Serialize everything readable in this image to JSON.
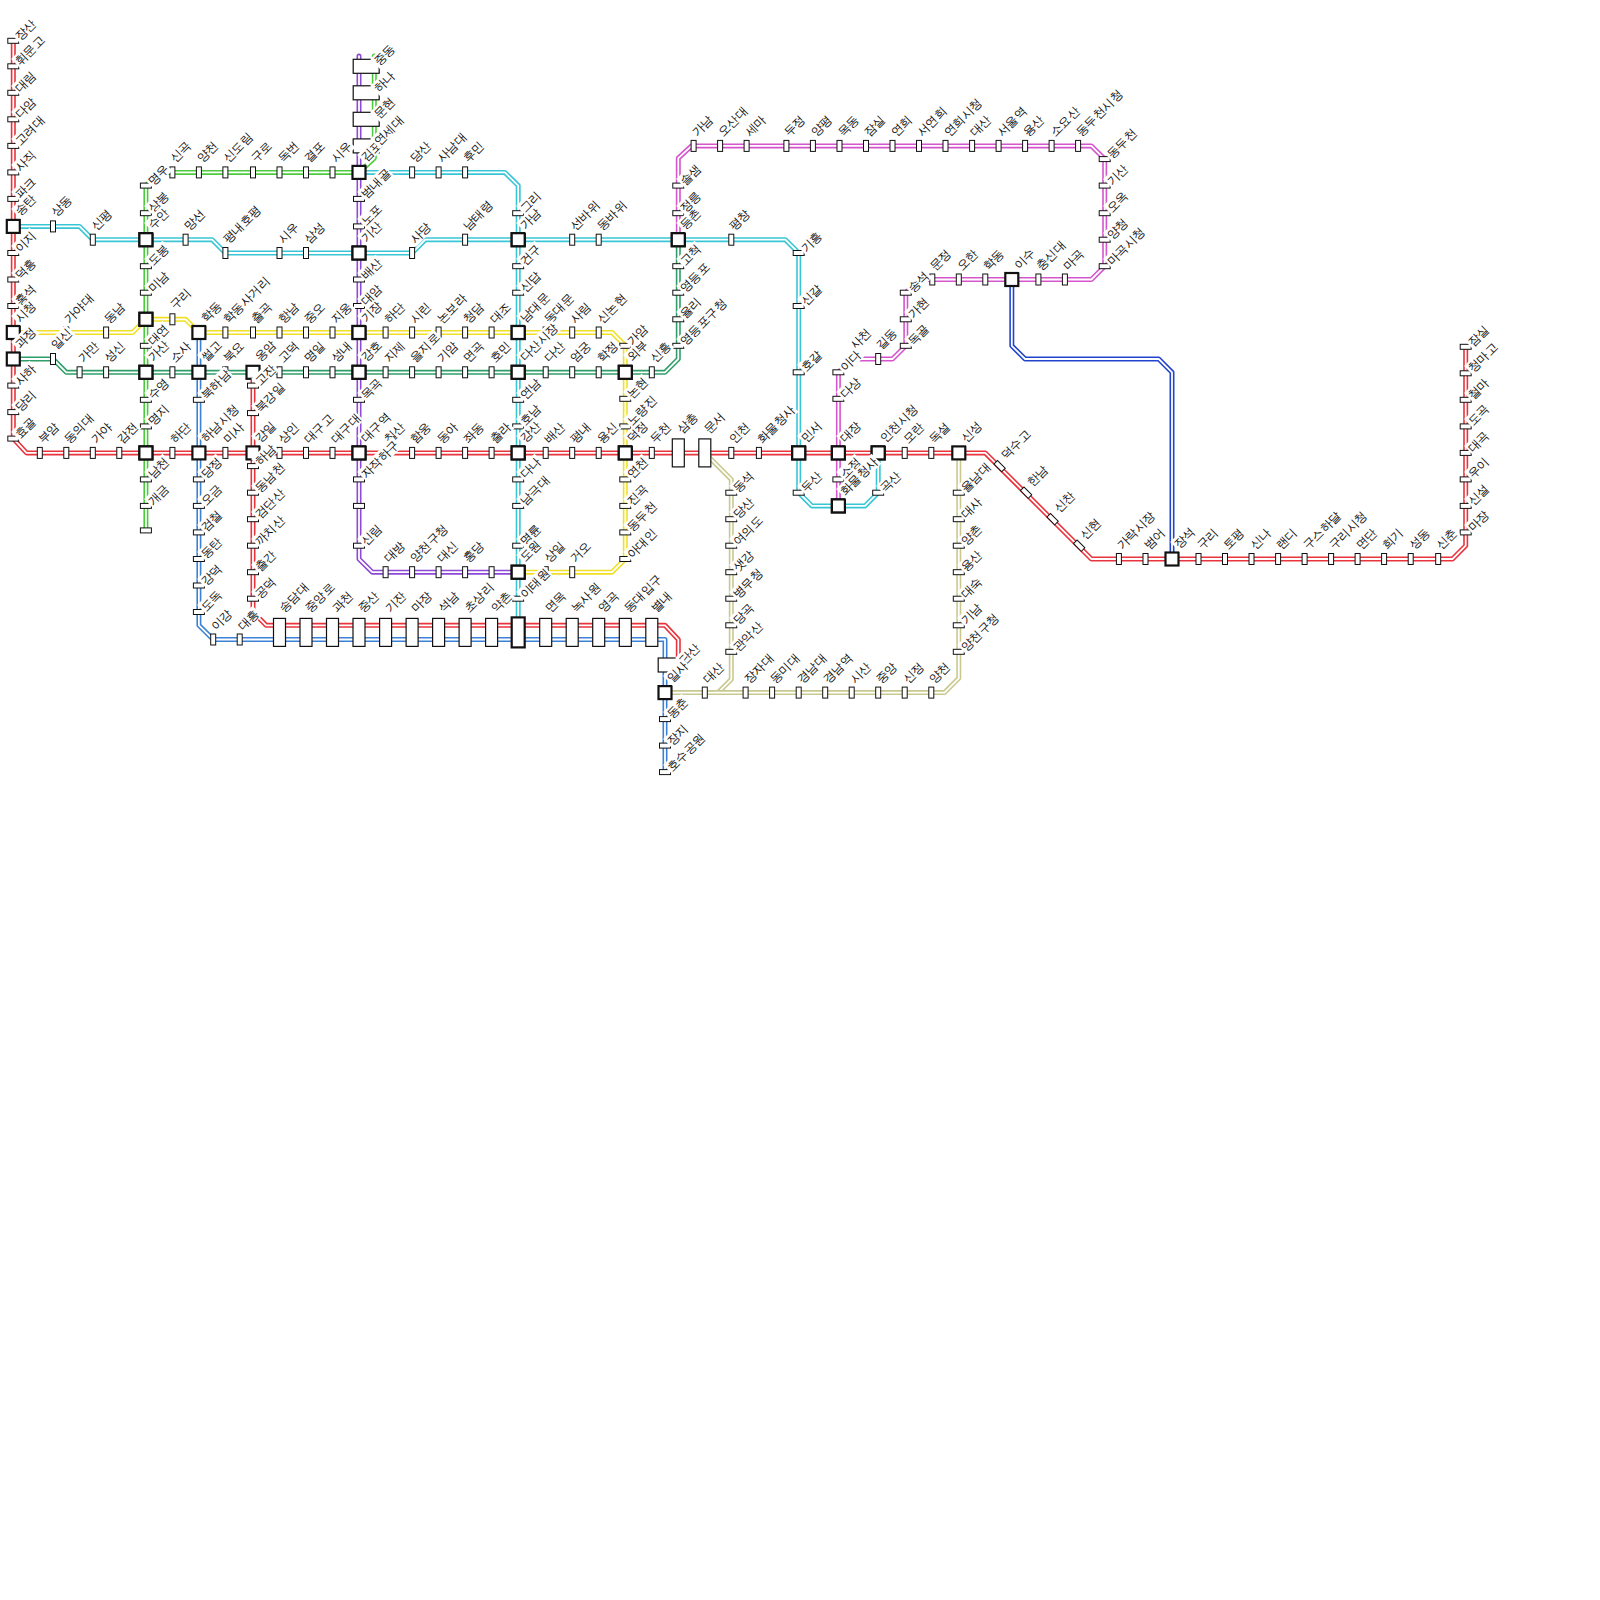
{
  "diagram": {
    "labels": [
      "장산",
      "휘문고",
      "대림",
      "다암",
      "고려대",
      "사직",
      "파크",
      "송탄",
      "이지",
      "덕흥",
      "홍석",
      "시청",
      "과정",
      "사하",
      "당리",
      "효골",
      "부암",
      "동의대",
      "가야",
      "감전",
      "하단",
      "하남시청",
      "미사",
      "강일",
      "상인",
      "대구고",
      "대구대",
      "대구역",
      "칠산",
      "함웅",
      "동아",
      "좌동",
      "출라",
      "강산",
      "배산",
      "평내",
      "용신",
      "덕정",
      "두천",
      "삼총",
      "문서",
      "인천",
      "화물청사",
      "민서",
      "대장",
      "인천시청",
      "모란",
      "독설",
      "신성",
      "덕수고",
      "한남",
      "신찬",
      "신현",
      "가락시장",
      "범어",
      "장석",
      "구리",
      "토평",
      "신나",
      "랜디",
      "구스하달",
      "구리시청",
      "면단",
      "희기",
      "성동",
      "신춘",
      "마장",
      "신설",
      "우이",
      "대곡",
      "도곡",
      "철마",
      "청마고",
      "잠실",
      "가야대",
      "동남",
      "구리",
      "학동",
      "학동사거리",
      "출곡",
      "항남",
      "중오",
      "지웅",
      "기장",
      "하단",
      "시린",
      "논보라",
      "청담",
      "대조",
      "남대문",
      "동대문",
      "사림",
      "신논현",
      "가암",
      "외부",
      "논현",
      "노량진",
      "연천",
      "진곡",
      "동두천",
      "아대인",
      "거오",
      "상일",
      "일신",
      "가만",
      "성신",
      "소사",
      "썰고",
      "북요",
      "옹암",
      "고덕",
      "명일",
      "성내",
      "강호",
      "지제",
      "을지로",
      "기암",
      "면곡",
      "호민",
      "다산시장",
      "다산",
      "엄궁",
      "학정",
      "신흥",
      "영등포구청",
      "율리",
      "영등포",
      "고척",
      "명우",
      "상봉",
      "수안",
      "도봉",
      "미남",
      "대연",
      "가산",
      "수영",
      "명지",
      "남천",
      "개금",
      "신곡",
      "양천",
      "신도림",
      "구로",
      "독번",
      "결포",
      "시우",
      "김포",
      "중동",
      "하나",
      "문현",
      "연세대",
      "범내골",
      "노포",
      "기산",
      "배산",
      "대암",
      "목곡",
      "자작하구",
      "신림",
      "대방",
      "양천구청",
      "대신",
      "홍당",
      "상동",
      "신평",
      "망선",
      "평내호평",
      "시우",
      "삼성",
      "사당",
      "남태령",
      "선바위",
      "동바위",
      "평창",
      "기흥",
      "신갈",
      "호갈",
      "두산",
      "곡산",
      "당산",
      "사남대",
      "후민",
      "그리",
      "가남",
      "건구",
      "신답",
      "연남",
      "호남",
      "다나",
      "남극대",
      "명륜",
      "도원",
      "이태원",
      "등촌",
      "정릉",
      "솔샘",
      "가남",
      "오산대",
      "세마",
      "두정",
      "양평",
      "목동",
      "잠실",
      "연희",
      "서연희",
      "연희시청",
      "대산",
      "서울역",
      "용산",
      "소요산",
      "동두천시청",
      "동두천",
      "기산",
      "오옥",
      "양청",
      "마곡시청",
      "마곡",
      "충신대",
      "이수",
      "학동",
      "오한",
      "문정",
      "송석",
      "가현",
      "독골",
      "길동",
      "사천",
      "이다",
      "다상",
      "소정",
      "화물청사",
      "북하남",
      "당정",
      "오금",
      "검철",
      "동탄",
      "강덕",
      "도독",
      "이강",
      "대흥",
      "송담대",
      "중앙로",
      "과천",
      "중산",
      "기잔",
      "마장",
      "석남",
      "초상리",
      "약촌",
      "면목",
      "녹사원",
      "영곡",
      "동대입구",
      "별내",
      "단산",
      "일사",
      "동춘",
      "장지",
      "호수공원",
      "고잔",
      "북강일",
      "하남",
      "동남천",
      "검단산",
      "까치산",
      "출간",
      "공덕",
      "동석",
      "당산",
      "여의도",
      "샛강",
      "병무청",
      "당곡",
      "관악산",
      "대산",
      "장자대",
      "동미대",
      "경남대",
      "경남역",
      "시산",
      "중앙",
      "신정",
      "양천",
      "양천구청",
      "기남",
      "대숙",
      "용산",
      "양촌",
      "대사",
      "율남대"
    ]
  }
}
